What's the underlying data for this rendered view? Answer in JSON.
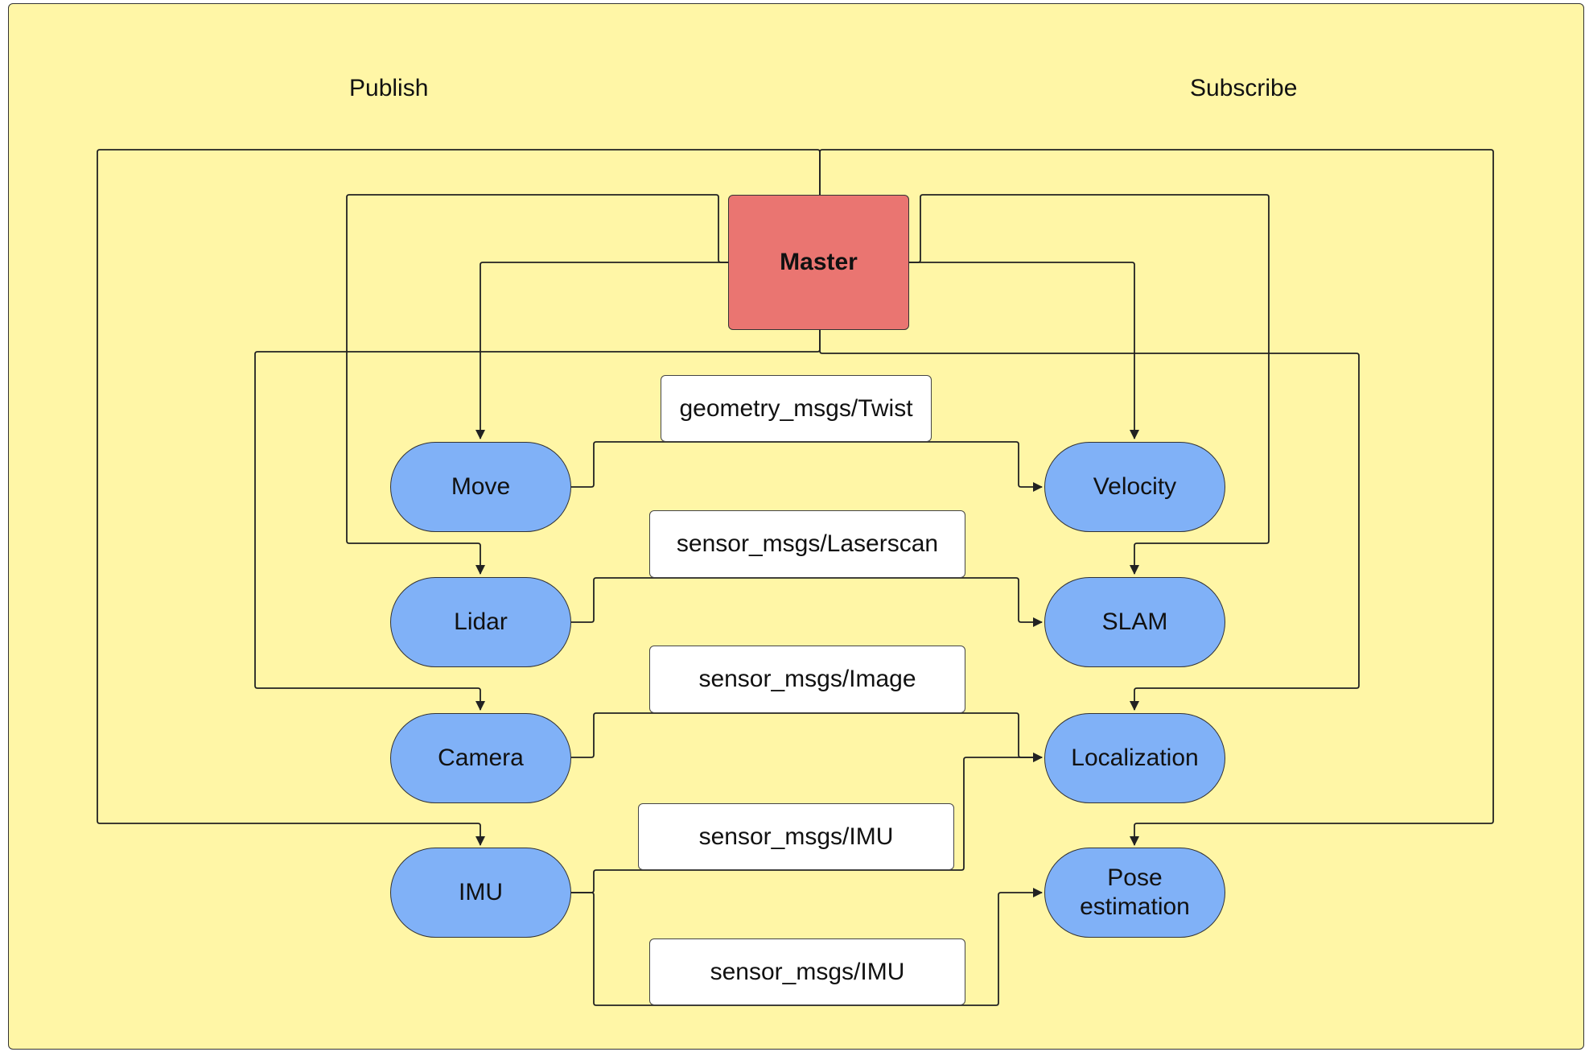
{
  "headings": {
    "publish": "Publish",
    "subscribe": "Subscribe"
  },
  "master": {
    "label": "Master"
  },
  "publishers": [
    "Move",
    "Lidar",
    "Camera",
    "IMU"
  ],
  "subscribers": [
    "Velocity",
    "SLAM",
    "Localization",
    "Pose\nestimation"
  ],
  "topics": [
    "geometry_msgs/Twist",
    "sensor_msgs/Laserscan",
    "sensor_msgs/Image",
    "sensor_msgs/IMU",
    "sensor_msgs/IMU"
  ],
  "colors": {
    "background": "#fff6a6",
    "master": "#ea7571",
    "node": "#80b1f7",
    "topic": "#ffffff",
    "line": "#222222"
  }
}
